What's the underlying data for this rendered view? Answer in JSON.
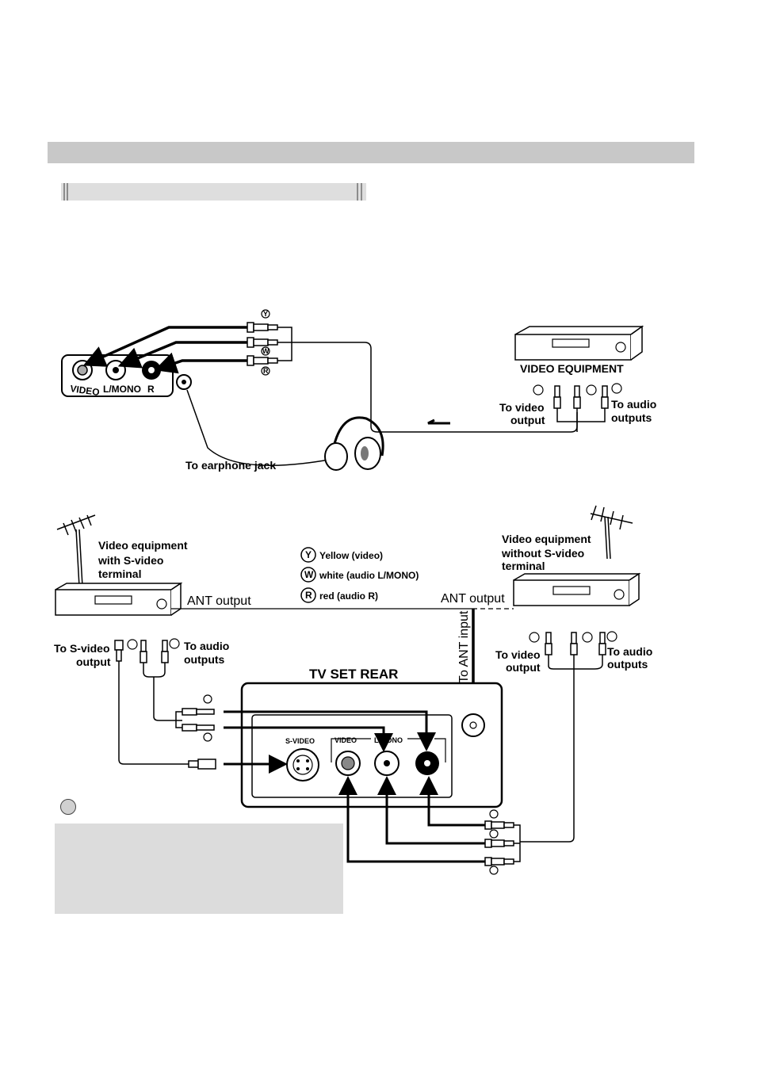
{
  "diagram": {
    "top": {
      "jack_video": "VIDEO",
      "jack_lmono": "L/MONO",
      "jack_r": "R",
      "earphone_label": "To earphone jack",
      "equipment_title": "VIDEO EQUIPMENT",
      "to_video_output_1": "To video",
      "to_video_output_2": "output",
      "to_audio_outputs_1": "To audio",
      "to_audio_outputs_2": "outputs"
    },
    "legend": {
      "yellow": "Yellow (video)",
      "white": "white (audio L/MONO)",
      "red": "red (audio R)",
      "y": "Y",
      "w": "W",
      "r": "R"
    },
    "bottom": {
      "left_equipment_1": "Video equipment",
      "left_equipment_2": "with S-video",
      "left_equipment_3": "terminal",
      "right_equipment_1": "Video equipment",
      "right_equipment_2": "without S-video",
      "right_equipment_3": "terminal",
      "ant_output_left": "ANT output",
      "ant_output_right": "ANT output",
      "to_ant_input": "To ANT input",
      "to_svideo_1": "To S-video",
      "to_svideo_2": "output",
      "to_audio_left_1": "To audio",
      "to_audio_left_2": "outputs",
      "to_video_right_1": "To video",
      "to_video_right_2": "output",
      "to_audio_right_1": "To audio",
      "to_audio_right_2": "outputs",
      "tv_rear": "TV SET REAR",
      "svideo_jack": "S-VIDEO",
      "video_jack": "VIDEO",
      "lmono_jack": "L/MONO"
    }
  }
}
